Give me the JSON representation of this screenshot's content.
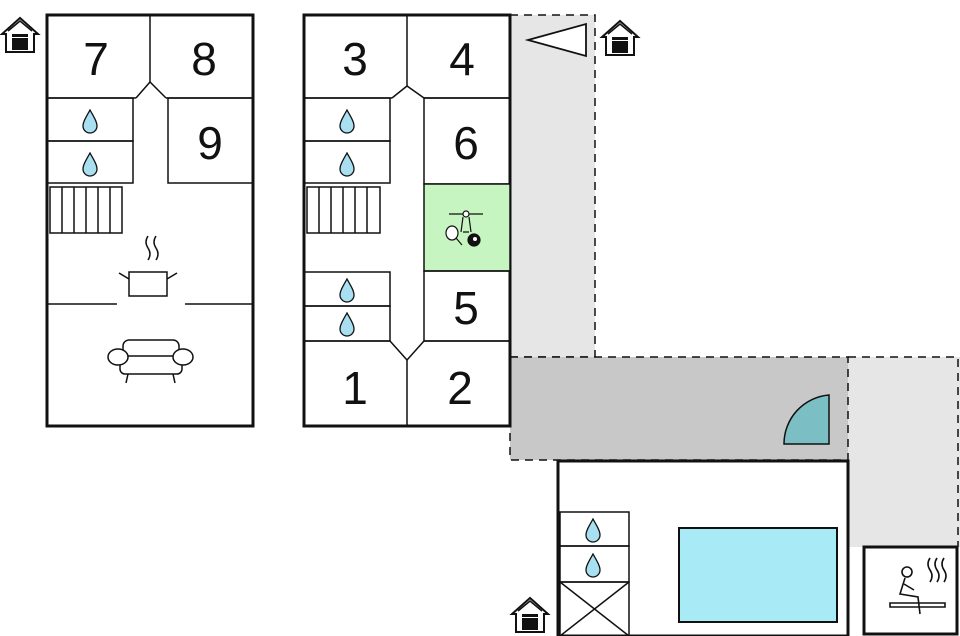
{
  "rooms": {
    "left_building": [
      {
        "id": "7",
        "label": "7"
      },
      {
        "id": "8",
        "label": "8"
      },
      {
        "id": "9",
        "label": "9"
      }
    ],
    "middle_building": [
      {
        "id": "3",
        "label": "3"
      },
      {
        "id": "4",
        "label": "4"
      },
      {
        "id": "6",
        "label": "6"
      },
      {
        "id": "5",
        "label": "5"
      },
      {
        "id": "1",
        "label": "1"
      },
      {
        "id": "2",
        "label": "2"
      }
    ]
  },
  "icons": {
    "entrance": "house-entrance-icon",
    "bathroom": "water-drop-icon",
    "stairs": "stairs-icon",
    "kitchen": "cooking-pot-icon",
    "living": "sofa-icon",
    "games_room": "games-room-icon",
    "pool": "swimming-pool",
    "sauna": "sauna-icon",
    "terrace_marker": "triangle-marker-icon",
    "door": "quarter-door-icon"
  },
  "colors": {
    "wall": "#111111",
    "water_drop": "#a8e0f2",
    "games_room": "#c6f5c1",
    "terrace_light": "#e6e6e6",
    "terrace_dark": "#c8c8c8",
    "pool": "#a8eaf5",
    "door": "#7bbfc4"
  }
}
